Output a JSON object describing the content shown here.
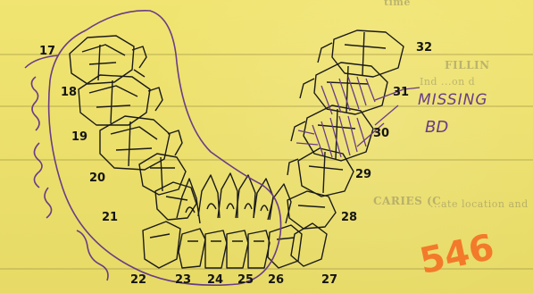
{
  "background_text": {
    "top_fragment": "time",
    "fillings_label": "FILLIN",
    "fillings_sub": "Ind  ...on d",
    "caries_label": "CARIES (C",
    "caries_sub": "...ate location and"
  },
  "tooth_numbers": {
    "n17": "17",
    "n18": "18",
    "n19": "19",
    "n20": "20",
    "n21": "21",
    "n22": "22",
    "n23": "23",
    "n24": "24",
    "n25": "25",
    "n26": "26",
    "n27": "27",
    "n28": "28",
    "n29": "29",
    "n30": "30",
    "n31": "31",
    "n32": "32"
  },
  "annotations": {
    "missing_label": "MISSING",
    "initials": "BD",
    "stamp_number": "546"
  },
  "colors": {
    "paper": "#f0e36a",
    "ink": "#141414",
    "pencil": "#6a3c86",
    "stamp": "#f37a2a"
  }
}
